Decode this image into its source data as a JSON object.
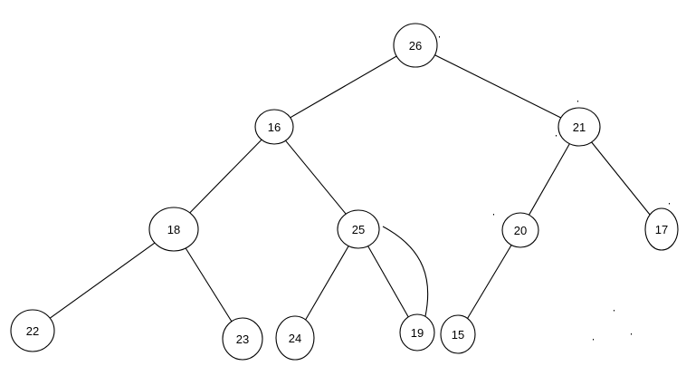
{
  "diagram": {
    "nodes": [
      {
        "id": "n26",
        "label": "26"
      },
      {
        "id": "n16",
        "label": "16"
      },
      {
        "id": "n21",
        "label": "21"
      },
      {
        "id": "n18",
        "label": "18"
      },
      {
        "id": "n25",
        "label": "25"
      },
      {
        "id": "n20",
        "label": "20"
      },
      {
        "id": "n17",
        "label": "17"
      },
      {
        "id": "n22",
        "label": "22"
      },
      {
        "id": "n23",
        "label": "23"
      },
      {
        "id": "n24",
        "label": "24"
      },
      {
        "id": "n19",
        "label": "19"
      },
      {
        "id": "n15",
        "label": "15"
      }
    ],
    "edges": [
      {
        "from": "n26",
        "to": "n16"
      },
      {
        "from": "n26",
        "to": "n21"
      },
      {
        "from": "n16",
        "to": "n18"
      },
      {
        "from": "n16",
        "to": "n25"
      },
      {
        "from": "n21",
        "to": "n20"
      },
      {
        "from": "n21",
        "to": "n17"
      },
      {
        "from": "n18",
        "to": "n22"
      },
      {
        "from": "n18",
        "to": "n23"
      },
      {
        "from": "n25",
        "to": "n24"
      },
      {
        "from": "n25",
        "to": "n19"
      },
      {
        "from": "n20",
        "to": "n15"
      },
      {
        "from": "n25",
        "to": "n19",
        "curved": true
      }
    ]
  }
}
